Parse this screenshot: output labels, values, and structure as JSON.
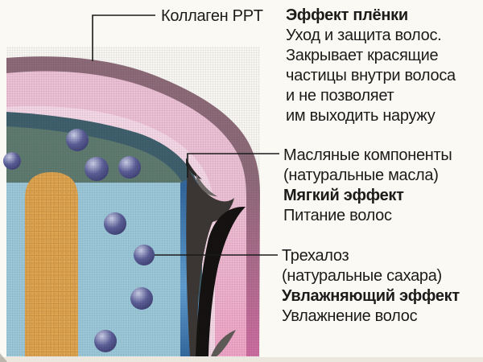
{
  "colors": {
    "background": "#fbf9f4",
    "outer_film_top": "#8d6b79",
    "outer_film_bottom": "#cf6da2",
    "pink_layer_top": "#eec2d6",
    "pink_layer_bottom": "#f0a5c7",
    "pale_pink_inner": "#f6d9e7",
    "oil_layer_teal": "#3e606c",
    "cortex_top_green": "#5e7b6f",
    "cortex_front_blue": "#9cc9da",
    "cortex_side_blue_top": "#32689f",
    "cortex_side_blue_bottom": "#60a0d3",
    "medulla_tan": "#e2a750",
    "medulla_weave": "#bf8c3e",
    "sphere_highlight": "#ccd1ea",
    "sphere_mid": "#5c6099",
    "sphere_dark": "#373a6d",
    "strand_gray": "#3b3734",
    "strand_black": "#13110f",
    "strand_light": "#6f6b68",
    "strand_leaf": "#5f5b57",
    "callout_line": "#1a1a1a",
    "photo_edge": "#ded9cc",
    "text": "#1d1b1a"
  },
  "annotations": {
    "collagen_label": "Коллаген PPT",
    "film": {
      "title": "Эффект плёнки",
      "lines": [
        "Уход и защита волос.",
        "Закрывает красящие",
        "частицы внутри волоса",
        "и не позволяет",
        "им выходить наружу"
      ]
    },
    "oils": {
      "component": "Масляные компоненты",
      "note": "(натуральные масла)",
      "effect": "Мягкий эффект",
      "result": "Питание волос"
    },
    "trehalose": {
      "component": "Трехалоз",
      "note": "(натуральные сахара)",
      "effect": "Увлажняющий эффект",
      "result": "Увлажнение волос"
    }
  }
}
